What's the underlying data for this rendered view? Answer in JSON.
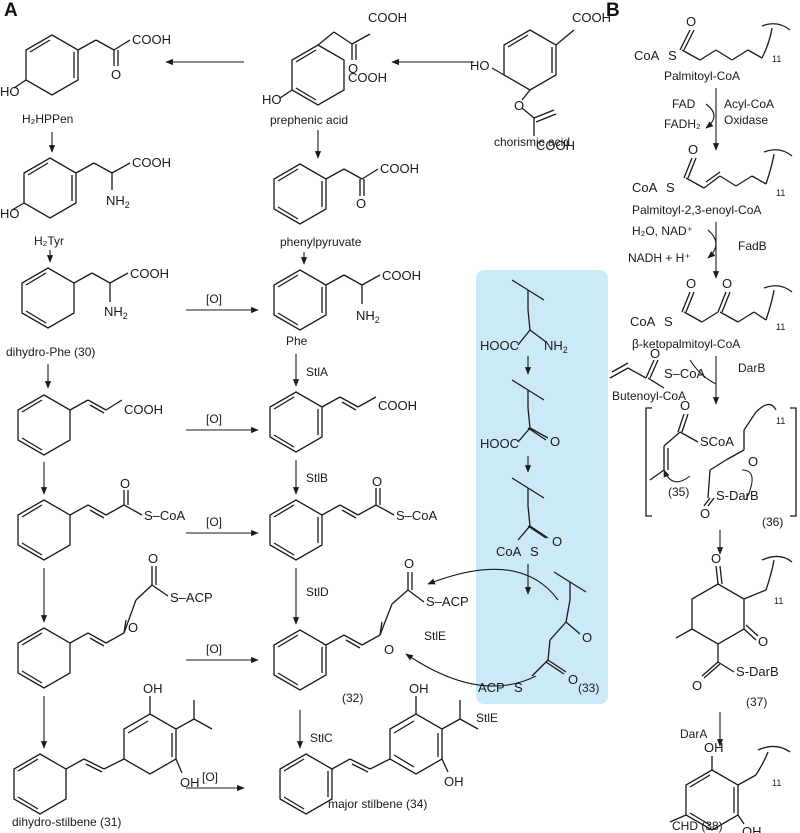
{
  "panels": {
    "a": "A",
    "b": "B"
  },
  "atoms": {
    "ho": "HO",
    "oh": "OH",
    "cooh": "COOH",
    "hooc": "HOOC",
    "nh2": "NH",
    "o": "O",
    "coa": "CoA",
    "s": "S",
    "scoa": "S–CoA",
    "sacp": "S–ACP",
    "acp": "ACP",
    "sdarb": "S-DarB",
    "scoa2": "SCoA",
    "n11": "11",
    "two": "2"
  },
  "compounds": {
    "h2hppen": "H₂HPPen",
    "h2tyr": "H₂Tyr",
    "dihydro_phe": "dihydro-Phe (30)",
    "dihydro_stilbene": "dihydro-stilbene (31)",
    "prephenic": "prephenic acid",
    "phenylpyruvate": "phenylpyruvate",
    "phe": "Phe",
    "c32": "(32)",
    "major_stilbene": "major stilbene (34)",
    "chorismic": "chorismic acid",
    "c33": "(33)",
    "palmitoyl_coa": "Palmitoyl-CoA",
    "palmitoyl_enoyl": "Palmitoyl-2,3-enoyl-CoA",
    "ketopalmitoyl": "β-ketopalmitoyl-CoA",
    "butenoyl": "Butenoyl-CoA",
    "c35": "(35)",
    "c36": "(36)",
    "c37": "(37)",
    "chd": "CHD (38)"
  },
  "reagents": {
    "ox": "[O]",
    "stla": "StlA",
    "stlb": "StlB",
    "stld": "StlD",
    "stle": "StlE",
    "stlc": "StlC",
    "fad": "FAD",
    "fadh2": "FADH₂",
    "acyl_coa": "Acyl-CoA",
    "oxidase": "Oxidase",
    "h2o_nad": "H₂O, NAD⁺",
    "nadh": "NADH + H⁺",
    "fadb": "FadB",
    "darb": "DarB",
    "dara": "DarA"
  },
  "colors": {
    "highlight": "#cce9f8",
    "ink": "#1a1a1a"
  }
}
